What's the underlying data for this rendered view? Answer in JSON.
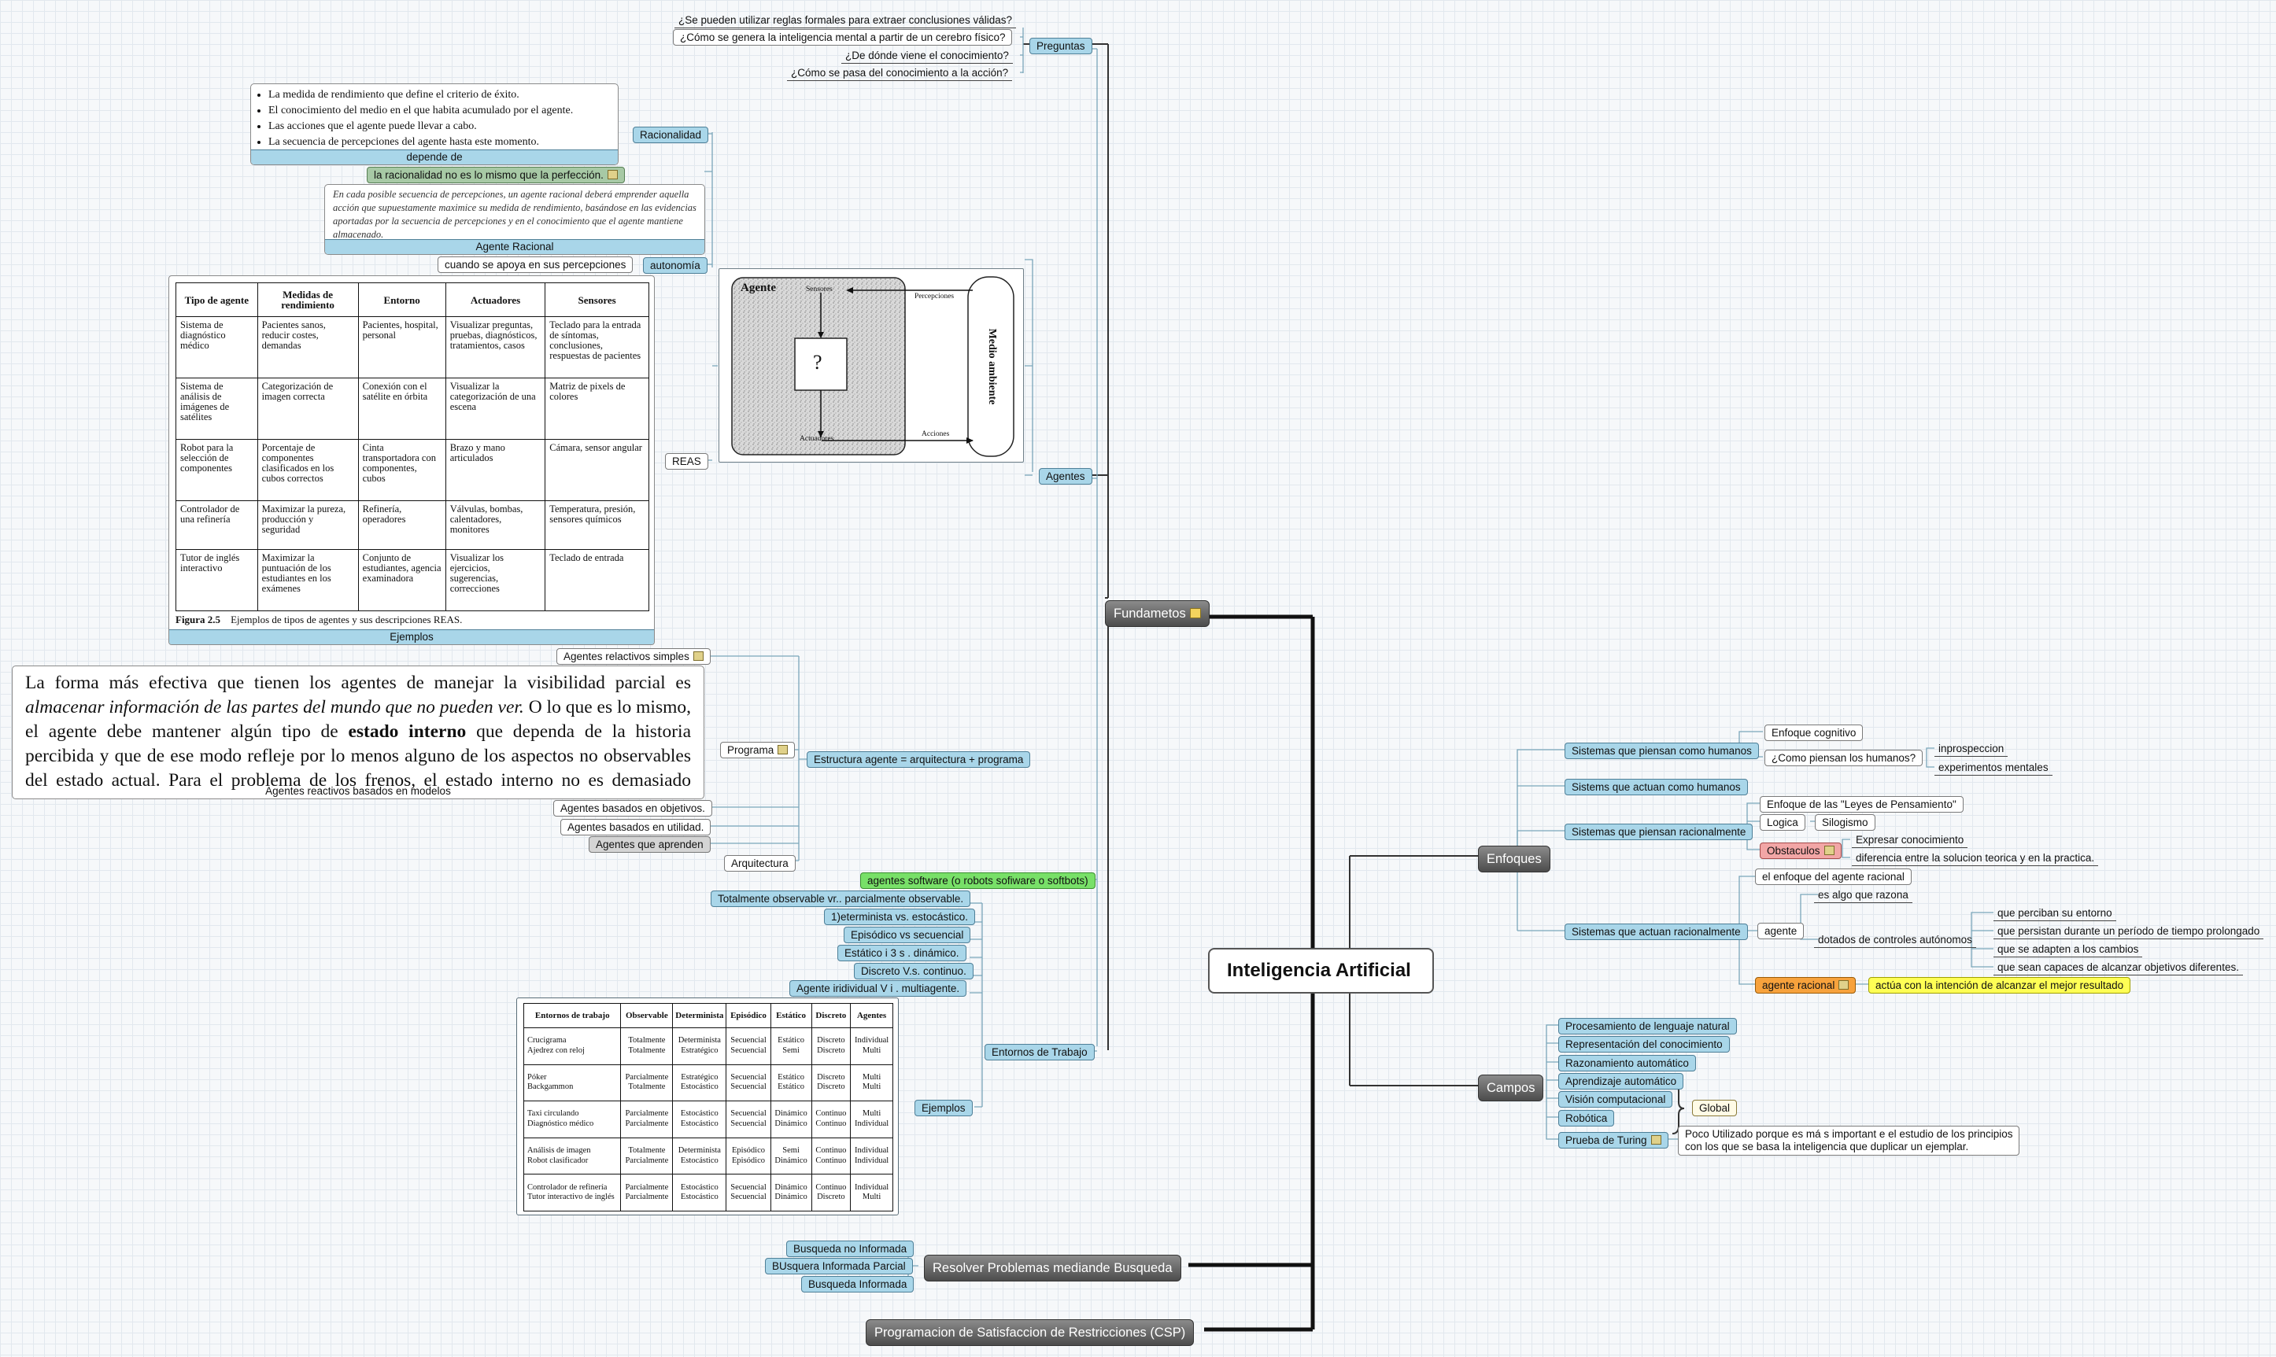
{
  "central": "Inteligencia Artificial",
  "fundamentos": {
    "label": "Fundametos",
    "preguntas": {
      "label": "Preguntas",
      "items": [
        "¿Se pueden utilizar reglas formales para extraer conclusiones válidas?",
        "¿Cómo se genera la  inteligencia mental a partir de un  cerebro físico?",
        "¿De dónde viene el conocimiento?",
        "¿Cómo se pasa del conocimiento a  la acción?"
      ]
    },
    "agentes": {
      "label": "Agentes",
      "racionalidad": {
        "label": "Racionalidad",
        "bullets": [
          "La medida de rendimiento que define el criterio de éxito.",
          "El conocimiento del medio en el que habita acumulado por el agente.",
          "Las acciones que el agente puede llevar a cabo.",
          "La secuencia de percepciones del agente hasta este momento."
        ],
        "caption": "depende de",
        "perfection": "la racionalidad no es lo mismo que la perfección."
      },
      "agente_racional": {
        "text": "En cada posible secuencia de percepciones, un agente racional deberá emprender aquella acción que supuestamente maximice su medida de rendimiento, basándose en las evidencias aportadas por la secuencia de percepciones y en el conocimiento que el agente mantiene almacenado.",
        "caption": "Agente Racional"
      },
      "autonomia": {
        "label": "autonomía",
        "child": "cuando se apoya en sus percepciones"
      },
      "diagram": {
        "agente": "Agente",
        "sensores": "Sensores",
        "percepciones": "Percepciones",
        "question": "?",
        "actuadores": "Actuadores",
        "acciones": "Acciones",
        "medio": "Medio ambiente"
      },
      "reas": {
        "label": "REAS",
        "headers": [
          "Tipo de agente",
          "Medidas de rendimiento",
          "Entorno",
          "Actuadores",
          "Sensores"
        ],
        "rows": [
          [
            "Sistema de diagnóstico médico",
            "Pacientes sanos, reducir costes, demandas",
            "Pacientes, hospital, personal",
            "Visualizar preguntas, pruebas, diagnósticos, tratamientos, casos",
            "Teclado para la entrada de síntomas, conclusiones, respuestas de pacientes"
          ],
          [
            "Sistema de análisis de imágenes de satélites",
            "Categorización de imagen correcta",
            "Conexión con el satélite en órbita",
            "Visualizar la categorización de una escena",
            "Matriz de pixels de colores"
          ],
          [
            "Robot para la selección de componentes",
            "Porcentaje de componentes clasificados en los cubos correctos",
            "Cinta transportadora con componentes, cubos",
            "Brazo y mano articulados",
            "Cámara, sensor angular"
          ],
          [
            "Controlador de una refinería",
            "Maximizar la pureza, producción y seguridad",
            "Refinería, operadores",
            "Válvulas, bombas, calentadores, monitores",
            "Temperatura, presión, sensores químicos"
          ],
          [
            "Tutor de inglés interactivo",
            "Maximizar la puntuación de los estudiantes en los exámenes",
            "Conjunto de estudiantes, agencia examinadora",
            "Visualizar los ejercicios, sugerencias, correcciones",
            "Teclado de entrada"
          ]
        ],
        "figure_num": "Figura 2.5",
        "figure_text": "Ejemplos de tipos de agentes y sus descripciones REAS.",
        "caption": "Ejemplos"
      }
    },
    "estructura": {
      "label": "Estructura agente = arquitectura + programa",
      "programa": "Programa",
      "arquitectura": "Arquitectura",
      "reactivos_simples": "Agentes relactivos simples",
      "modelo_text_plain1": "La forma más efectiva que tienen los agentes de manejar la visibilidad parcial es ",
      "modelo_text_italic": "almacenar información de las partes del mundo que no pueden ver.",
      "modelo_text_plain2": " O lo que es lo mismo, el agente debe mantener algún tipo de ",
      "modelo_text_bold": "estado interno",
      "modelo_text_plain3": " que dependa de la historia percibida y que de ese modo refleje por lo menos alguno de los aspectos no observables del estado actual. Para el problema de los frenos, el estado interno no es demasiado exten-",
      "modelo_caption": "Agentes reactivos basados en modelos",
      "objetivos": "Agentes basados en objetivos.",
      "utilidad": "Agentes basados en utilidad.",
      "aprenden": "Agentes que aprenden"
    },
    "software": "agentes software (o robots sofiware o softbots)",
    "entornos": {
      "label": "Entornos de Trabajo",
      "items": [
        "Totalmente observable vr..  parcialmente observable.",
        "1)eterminista vs. estocástico.",
        "Episódico vs  secuencial",
        "Estático  i 3 s .  dinámico.",
        "Discreto V.s. continuo.",
        "Agente iridividual  V i .   multiagente."
      ],
      "ejemplos": "Ejemplos",
      "env_headers": [
        "Entornos de trabajo",
        "Observable",
        "Determinista",
        "Episódico",
        "Estático",
        "Discreto",
        "Agentes"
      ],
      "env_rows": [
        [
          "Crucigrama",
          "Totalmente",
          "Determinista",
          "Secuencial",
          "Estático",
          "Discreto",
          "Individual"
        ],
        [
          "Ajedrez con reloj",
          "Totalmente",
          "Estratégico",
          "Secuencial",
          "Semi",
          "Discreto",
          "Multi"
        ],
        [
          "Póker",
          "Parcialmente",
          "Estratégico",
          "Secuencial",
          "Estático",
          "Discreto",
          "Multi"
        ],
        [
          "Backgammon",
          "Totalmente",
          "Estocástico",
          "Secuencial",
          "Estático",
          "Discreto",
          "Multi"
        ],
        [
          "Taxi circulando",
          "Parcialmente",
          "Estocástico",
          "Secuencial",
          "Dinámico",
          "Continuo",
          "Multi"
        ],
        [
          "Diagnóstico médico",
          "Parcialmente",
          "Estocástico",
          "Secuencial",
          "Dinámico",
          "Continuo",
          "Individual"
        ],
        [
          "Análisis de imagen",
          "Totalmente",
          "Determinista",
          "Episódico",
          "Semi",
          "Continuo",
          "Individual"
        ],
        [
          "Robot clasificador",
          "Parcialmente",
          "Estocástico",
          "Episódico",
          "Dinámico",
          "Continuo",
          "Individual"
        ],
        [
          "Controlador de refinería",
          "Parcialmente",
          "Estocástico",
          "Secuencial",
          "Dinámico",
          "Continuo",
          "Individual"
        ],
        [
          "Tutor interactivo de inglés",
          "Parcialmente",
          "Estocástico",
          "Secuencial",
          "Dinámico",
          "Discreto",
          "Multi"
        ]
      ]
    }
  },
  "resolver": {
    "label": "Resolver Problemas mediande Busqueda",
    "items": [
      "Busqueda no Informada",
      "BUsquera  Informada Parcial",
      "Busqueda Informada"
    ]
  },
  "csp": "Programacion de Satisfaccion de Restricciones (CSP)",
  "enfoques": {
    "label": "Enfoques",
    "pcom_humanos": "Sistemas que piensan como humanos",
    "enfoque_cognitivo": "Enfoque cognitivo",
    "como_piensan": "¿Como piensan los humanos?",
    "inprospeccion": "inprospeccion",
    "experimentos": "experimentos mentales",
    "acom_humanos": "Sistems que actuan como humanos",
    "piensan_rac": "Sistemas que piensan racionalmente",
    "leyes": "Enfoque de las \"Leyes de Pensamiento\"",
    "logica": "Logica",
    "silogismo": "Silogismo",
    "obstaculos": "Obstaculos",
    "expresar": "Expresar conocimiento",
    "diferencia": "diferencia entre la solucion teorica y  en la practica.",
    "actuan_rac": "Sistemas que actuan racionalmente",
    "el_enfoque": "el enfoque del agente racional",
    "agente": "agente",
    "razona": "es algo que razona",
    "dotados": "dotados de controles autónomos",
    "perciban": "que perciban  su entorno",
    "persistan": "que persistan durante un período de tiempo prolongado",
    "adapten": "que se adapten a los cambios",
    "capaces": "que sean capaces de alcanzar objetivos diferentes.",
    "agente_racional": "agente racional",
    "actua": "actúa con la intención de alcanzar el mejor resultado"
  },
  "campos": {
    "label": "Campos",
    "items": [
      "Procesamiento de lenguaje natural",
      "Representación del conocimiento",
      "Razonamiento automático",
      "Aprendizaje automático",
      "Visión computacional",
      "Robótica"
    ],
    "global": "Global",
    "turing": "Prueba de Turing",
    "turing_note_1": "Poco Utilizado porque es má s   important e el estudio de los principios",
    "turing_note_2": "con los que se basa la inteligencia que duplicar un  ejemplar."
  }
}
